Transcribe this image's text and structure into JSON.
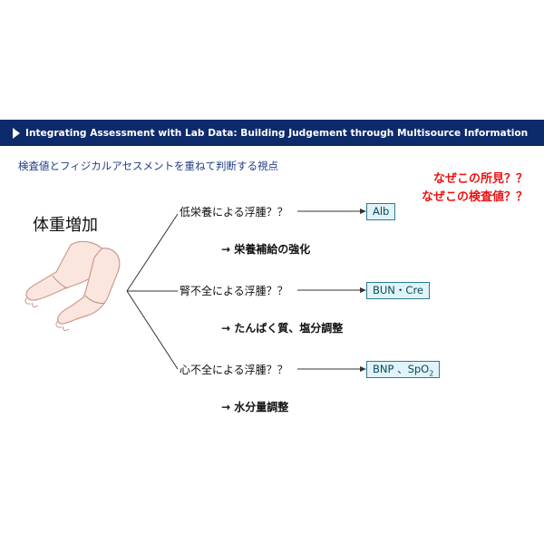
{
  "header": {
    "title": "Integrating Assessment with Lab Data: Building Judgement through Multisource Information"
  },
  "subtitle": "検査値とフィジカルアセスメントを重ねて判断する視点",
  "questions": [
    "なぜこの所見？？",
    "なぜこの検査値？？"
  ],
  "main_label": "体重増加",
  "branches": [
    {
      "cause": "低栄養による浮腫？？",
      "lab": "Alb",
      "action": "→ 栄養補給の強化"
    },
    {
      "cause": "腎不全による浮腫？？",
      "lab": "BUN・Cre",
      "action": "→ たんぱく質、塩分調整"
    },
    {
      "cause": "心不全による浮腫？？",
      "lab": "BNP 、SpO",
      "lab_sub": "2",
      "action": "→ 水分量調整"
    }
  ],
  "colors": {
    "header_bg": "#0d2a6b",
    "subtitle": "#1f3f86",
    "question": "#ee1111",
    "lab_border": "#2a7d8c",
    "lab_fill": "#dff3f8"
  },
  "icons": [
    "legs-illustration"
  ]
}
